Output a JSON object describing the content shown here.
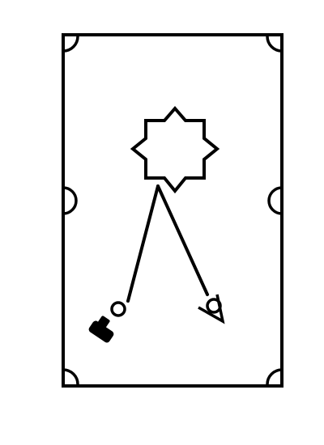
{
  "scene": {
    "background_color": "#ffffff",
    "ink_color": "#000000",
    "table": {
      "shape": "rectangle",
      "pockets": [
        "top-left",
        "top-right",
        "middle-left",
        "middle-right",
        "bottom-left",
        "bottom-right"
      ]
    },
    "target": {
      "shape": "eight-point-star",
      "style": "outlined"
    },
    "paths": [
      {
        "name": "left-shot-line",
        "from": "star",
        "to": "cue-ball"
      },
      {
        "name": "right-shot-line",
        "from": "star",
        "to": "object-ball"
      }
    ],
    "balls": [
      {
        "name": "cue-ball",
        "style": "hollow"
      },
      {
        "name": "object-ball",
        "style": "hollow"
      }
    ],
    "cue_stick": {
      "style": "filled-tip",
      "position": "lower-left"
    },
    "arrow": {
      "style": "open-triangle",
      "points": "down-right"
    }
  }
}
